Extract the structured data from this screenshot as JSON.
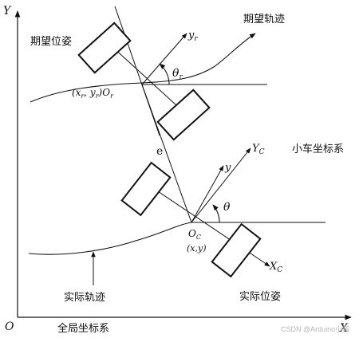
{
  "labels": {
    "expected_trajectory": "期望轨迹",
    "expected_pose": "期望位姿",
    "vehicle_frame": "小车坐标系",
    "actual_trajectory": "实际轨迹",
    "actual_pose": "实际位姿",
    "global_frame": "全局坐标系"
  },
  "math": {
    "origin": "O",
    "axis_x": "X",
    "axis_y": "Y",
    "y_r": "y",
    "y_r_sub": "r",
    "theta_r": "θ",
    "theta_r_sub": "r",
    "desired_point": "(x",
    "desired_point_mid": ", y",
    "desired_point_end": ")O",
    "sub_r": "r",
    "error": "e",
    "y_c_axis": "Y",
    "sub_c": "C",
    "y_axis_small": "y",
    "theta": "θ",
    "origin_c": "O",
    "point_xy": "(x,y)",
    "x_c_axis": "X"
  },
  "watermark": "CSDN @Arduino小猫"
}
